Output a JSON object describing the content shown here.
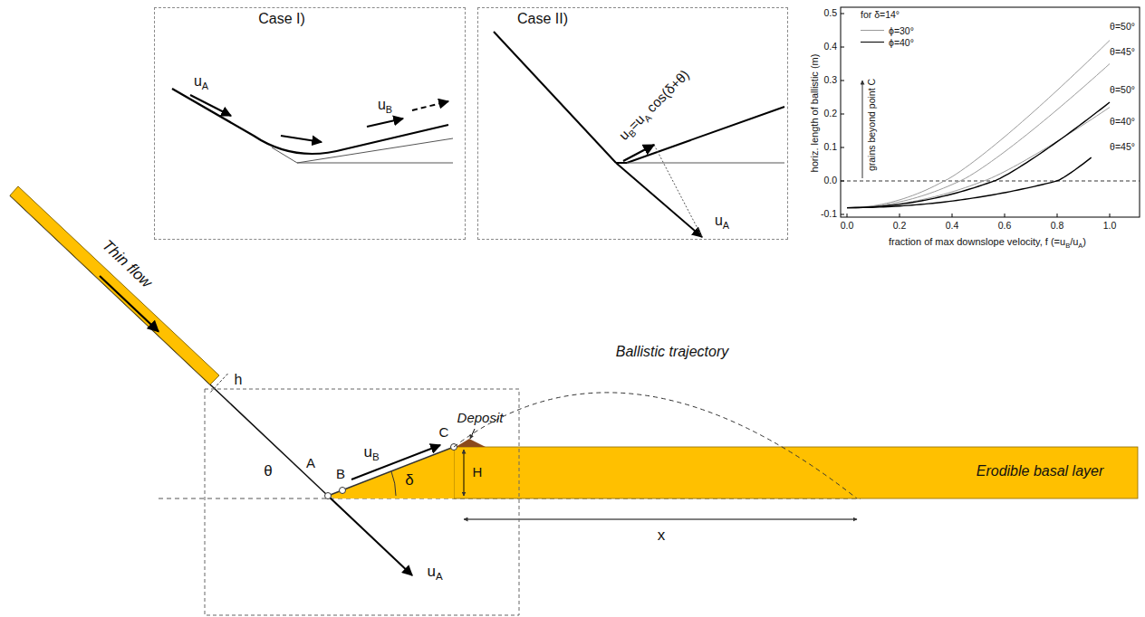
{
  "diagram": {
    "nodes": [
      {
        "text": [
          "Case I)"
        ]
      },
      {
        "text": [
          "Case II)"
        ]
      }
    ],
    "labels": [
      "Thin flow",
      "h",
      "θ",
      "A",
      "B",
      "uB",
      "C",
      "δ",
      "H",
      "Deposit",
      "Ballistic trajectory",
      "Erodible basal layer",
      "x",
      "uA",
      "uA",
      "uB",
      "uB=uA cos(δ+θ)",
      "uA",
      "0.5",
      "0.4",
      "0.3",
      "0.2",
      "0.1",
      "0.0",
      "-0.1",
      "0.0",
      "0.2",
      "0.4",
      "0.6",
      "0.8",
      "1.0",
      "for δ=14°",
      "θ=50°",
      "θ=45°",
      "θ=50°",
      "θ=40°",
      "θ=45°",
      "horiz. length of ballistic (m)",
      "fraction of max downslope velocity, f (=uB/uA)",
      "grains beyond point C"
    ],
    "legend": [
      {
        "text": "ϕ=30°"
      },
      {
        "text": "ϕ=40°"
      }
    ]
  }
}
